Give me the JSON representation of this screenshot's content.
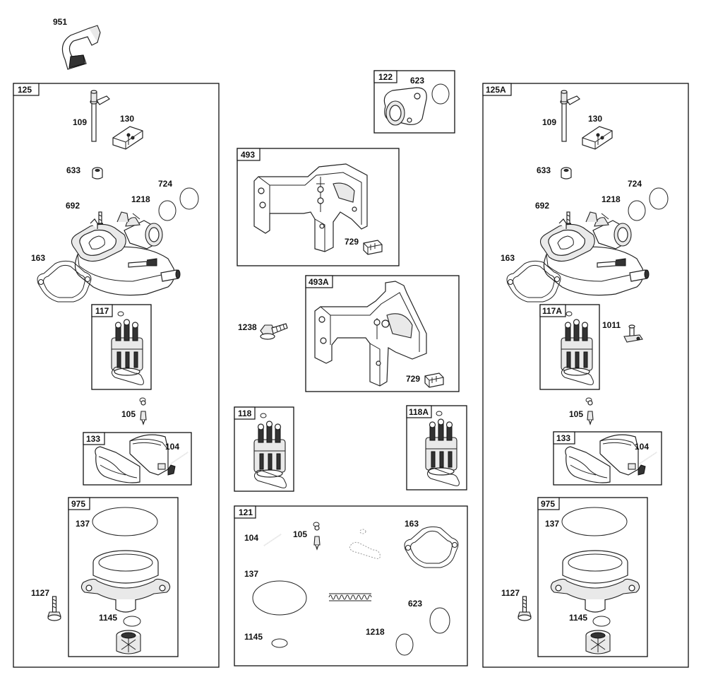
{
  "labels": {
    "p951": "951",
    "box125": "125",
    "box125a": "125A",
    "box122": "122",
    "box493": "493",
    "box493a": "493A",
    "box117": "117",
    "box117a": "117A",
    "box118": "118",
    "box118a": "118A",
    "box133": "133",
    "box975": "975",
    "box121": "121",
    "p623": "623",
    "p109": "109",
    "p130": "130",
    "p633": "633",
    "p724": "724",
    "p692": "692",
    "p1218": "1218",
    "p163": "163",
    "p105": "105",
    "p104": "104",
    "p137": "137",
    "p1127": "1127",
    "p1145": "1145",
    "p729": "729",
    "p1238": "1238",
    "p1011": "1011"
  }
}
